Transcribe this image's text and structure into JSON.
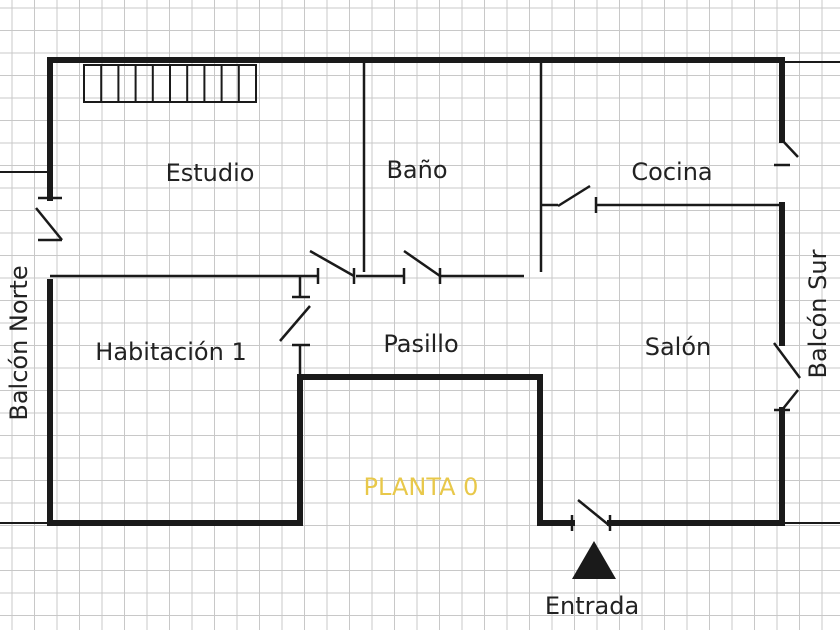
{
  "plan_title": "PLANTA 0",
  "rooms": {
    "estudio": "Estudio",
    "bano": "Baño",
    "cocina": "Cocina",
    "habitacion": "Habitación 1",
    "pasillo": "Pasillo",
    "salon": "Salón"
  },
  "balconies": {
    "norte": "Balcón Norte",
    "sur": "Balcón Sur"
  },
  "entrance": "Entrada",
  "colors": {
    "grid": "#c8c8c8",
    "wall": "#1a1a1a",
    "title": "#e8c84a"
  },
  "icons": {
    "entrance": "triangle-marker-icon",
    "stairs": "stairs-icon"
  }
}
